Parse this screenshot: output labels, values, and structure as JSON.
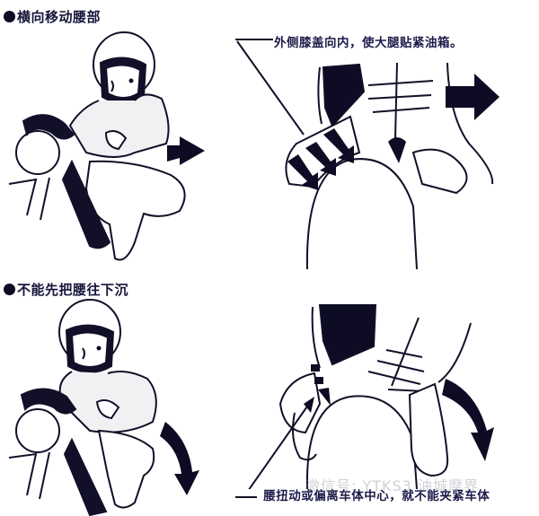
{
  "top_section": {
    "heading": "横向移动腰部",
    "callout": "外侧膝盖向内，使大腿贴紧油箱。"
  },
  "bottom_section": {
    "heading": "不能先把腰往下沉",
    "callout": "腰扭动或偏离车体中心，就不能夹紧车体"
  },
  "watermark": "微信号: YTKS3 油城摩界",
  "colors": {
    "ink": "#15143a",
    "arrow_fill": "#0d0c24",
    "background": "#ffffff"
  }
}
